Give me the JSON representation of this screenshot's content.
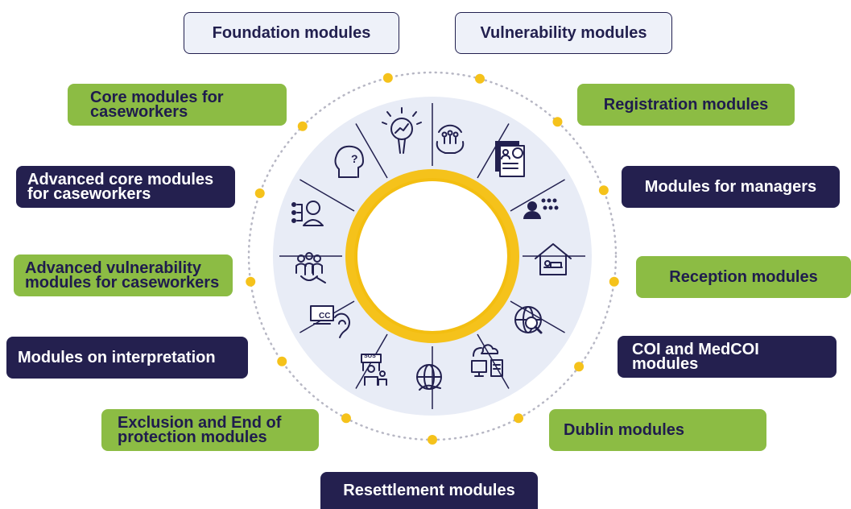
{
  "modules": {
    "foundation": "Foundation modules",
    "vulnerability": "Vulnerability modules",
    "core": "Core modules for caseworkers",
    "registration": "Registration modules",
    "advanced_core": "Advanced core modules for caseworkers",
    "managers": "Modules for managers",
    "advanced_vulnerability": "Advanced vulnerability modules for caseworkers",
    "reception": "Reception modules",
    "interpretation": "Modules on interpretation",
    "coi_medcoi": "COI and MedCOI modules",
    "exclusion": "Exclusion and End of protection modules",
    "dublin": "Dublin modules",
    "resettlement": "Resettlement modules"
  },
  "icon_glyphs": {
    "sos": "SOS",
    "cc": "CC",
    "question": "?"
  },
  "colors": {
    "navy": "#24204f",
    "green": "#8cbc44",
    "yellow": "#f5c21b",
    "ring_bg": "#e8ecf6"
  }
}
